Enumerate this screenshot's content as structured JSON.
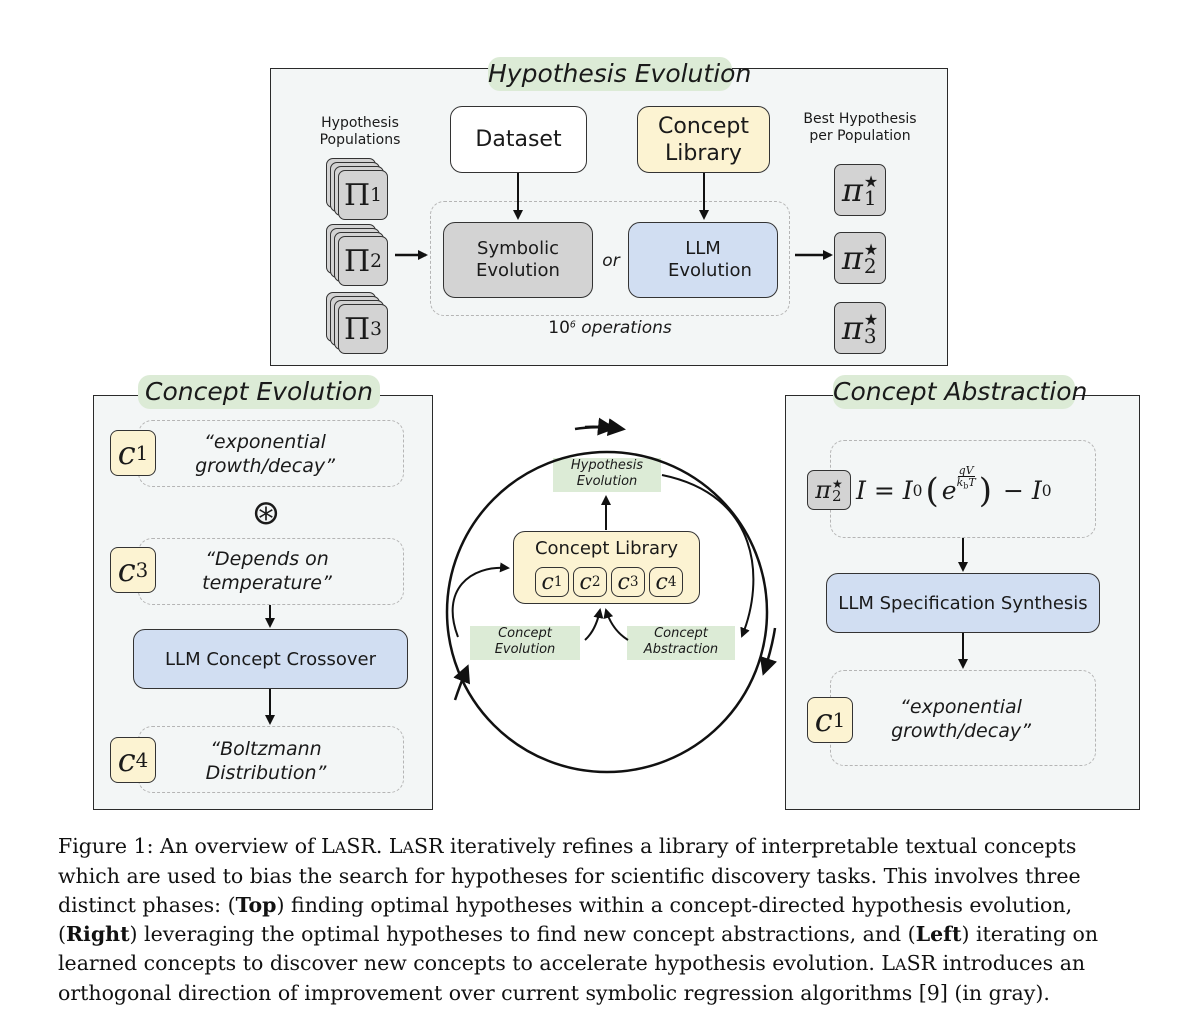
{
  "top": {
    "title": "Hypothesis Evolution",
    "populations_label": "Hypothesis Populations",
    "best_label": "Best Hypothesis per Population",
    "dataset": "Dataset",
    "concept_library": "Concept Library",
    "symbolic_evolution": "Symbolic Evolution",
    "llm_evolution": "LLM Evolution",
    "or": "or",
    "operations_base": "10",
    "operations_exp": "6",
    "operations_text": "operations",
    "populations": [
      {
        "sym": "Π",
        "sub": "1"
      },
      {
        "sym": "Π",
        "sub": "2"
      },
      {
        "sym": "Π",
        "sub": "3"
      }
    ],
    "best": [
      {
        "sym": "π",
        "sup": "★",
        "sub": "1"
      },
      {
        "sym": "π",
        "sup": "★",
        "sub": "2"
      },
      {
        "sym": "π",
        "sup": "★",
        "sub": "3"
      }
    ]
  },
  "left": {
    "title": "Concept Evolution",
    "c1_label": "c",
    "c1_sub": "1",
    "c1_text": "“exponential growth/decay”",
    "operator": "⊛",
    "c3_label": "c",
    "c3_sub": "3",
    "c3_text": "“Depends on temperature”",
    "crossover": "LLM Concept Crossover",
    "c4_label": "c",
    "c4_sub": "4",
    "c4_text": "“Boltzmann Distribution”"
  },
  "center": {
    "hyp_evo": "Hypothesis Evolution",
    "library_title": "Concept Library",
    "chips": [
      {
        "sym": "c",
        "sub": "1"
      },
      {
        "sym": "c",
        "sub": "2"
      },
      {
        "sym": "c",
        "sub": "3"
      },
      {
        "sym": "c",
        "sub": "4"
      }
    ],
    "concept_evolution": "Concept Evolution",
    "concept_abstraction": "Concept Abstraction"
  },
  "right": {
    "title": "Concept Abstraction",
    "pi_sym": "π",
    "pi_sup": "★",
    "pi_sub": "2",
    "eq_I": "I",
    "eq_eq": "=",
    "eq_I0": "I",
    "eq_I0_sub": "0",
    "eq_e": "e",
    "eq_qV": "qV",
    "eq_kbT": "k",
    "eq_kb_sub": "b",
    "eq_T": "T",
    "eq_minus": "−",
    "eq_I0b": "I",
    "eq_I0b_sub": "0",
    "spec": "LLM Specification Synthesis",
    "c1_label": "c",
    "c1_sub": "1",
    "c1_text": "“exponential growth/decay”"
  },
  "caption": {
    "p1": "Figure 1: An overview of L",
    "p1s": "A",
    "p1b": "SR. L",
    "p1bs": "A",
    "p1c": "SR iteratively refines a library of interpretable textual concepts which are used to bias the search for hypotheses for scientific discovery tasks. This involves three distinct phases: (",
    "top": "Top",
    "p2": ") finding optimal hypotheses within a concept-directed hypothesis evolution, (",
    "right": "Right",
    "p3": ") leveraging the optimal hypotheses to find new concept abstractions, and (",
    "left": "Left",
    "p4": ") iterating on learned concepts to discover new concepts to accelerate hypothesis evolution. L",
    "p4s": "A",
    "p5": "SR introduces an orthogonal direction of improvement over current symbolic regression algorithms [9] (in gray)."
  }
}
